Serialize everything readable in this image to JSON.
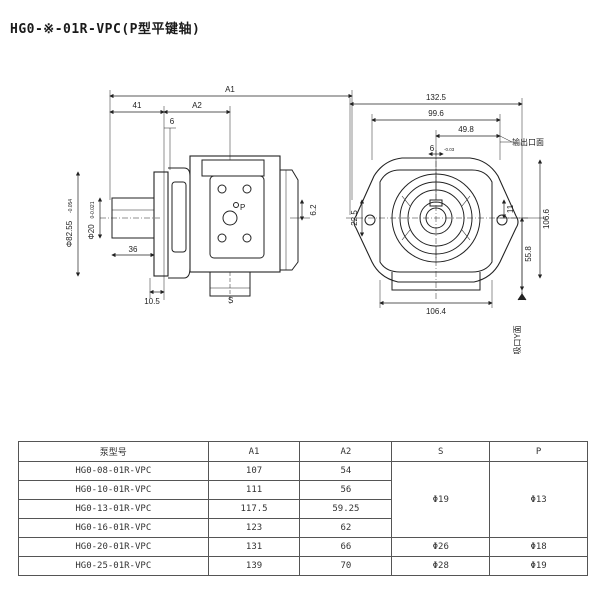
{
  "title": "HG0-※-01R-VPC(P型平键轴)",
  "front_view": {
    "dim_A1": "A1",
    "dim_A2": "A2",
    "dim_41": "41",
    "dim_6": "6",
    "dim_36": "36",
    "dim_10_5": "10.5",
    "dim_6_2": "6.2",
    "dim_shaft_dia": "Φ20",
    "dim_shaft_tol": "0-0.021",
    "dim_flange_dia": "Φ82.55",
    "dim_flange_tol": "-0.054",
    "label_P": "P",
    "label_S": "S"
  },
  "side_view": {
    "dim_132_5": "132.5",
    "dim_99_6": "99.6",
    "dim_49_8": "49.8",
    "dim_6": "6",
    "dim_6_tol": "-0.03",
    "dim_22_5": "22.5",
    "dim_11": "11",
    "dim_106_6": "106.6",
    "dim_55_8": "55.8",
    "dim_106_4": "106.4",
    "label_outlet": "输出口面",
    "label_inlet": "吸口Y面"
  },
  "table": {
    "headers": [
      "泵型号",
      "A1",
      "A2",
      "S",
      "P"
    ],
    "rows": [
      {
        "model": "HG0-08-01R-VPC",
        "a1": "107",
        "a2": "54"
      },
      {
        "model": "HG0-10-01R-VPC",
        "a1": "111",
        "a2": "56"
      },
      {
        "model": "HG0-13-01R-VPC",
        "a1": "117.5",
        "a2": "59.25"
      },
      {
        "model": "HG0-16-01R-VPC",
        "a1": "123",
        "a2": "62"
      },
      {
        "model": "HG0-20-01R-VPC",
        "a1": "131",
        "a2": "66",
        "s": "Φ26",
        "p": "Φ18"
      },
      {
        "model": "HG0-25-01R-VPC",
        "a1": "139",
        "a2": "70",
        "s": "Φ28",
        "p": "Φ19"
      }
    ],
    "merged_s": "Φ19",
    "merged_p": "Φ13"
  }
}
